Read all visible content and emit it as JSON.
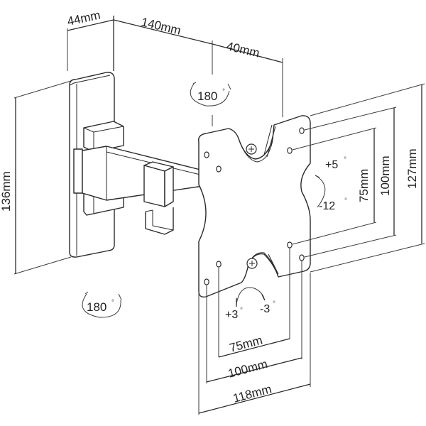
{
  "diagram": {
    "subject": "Swivel TV wall mount dimension drawing",
    "dimensions": {
      "wall_plate_depth": "44mm",
      "arm_length": "140mm",
      "plate_depth": "40mm",
      "wall_plate_height": "136mm",
      "vesa_v_75": "75mm",
      "vesa_v_100": "100mm",
      "plate_height": "127mm",
      "vesa_h_75": "75mm",
      "vesa_h_100": "100mm",
      "plate_width": "118mm"
    },
    "rotations": {
      "swivel_top": "180",
      "swivel_bottom": "180",
      "tilt_up": "+5",
      "tilt_down": "-12",
      "rotate_plus": "+3",
      "rotate_minus": "-3",
      "degree_symbol": "°"
    }
  }
}
